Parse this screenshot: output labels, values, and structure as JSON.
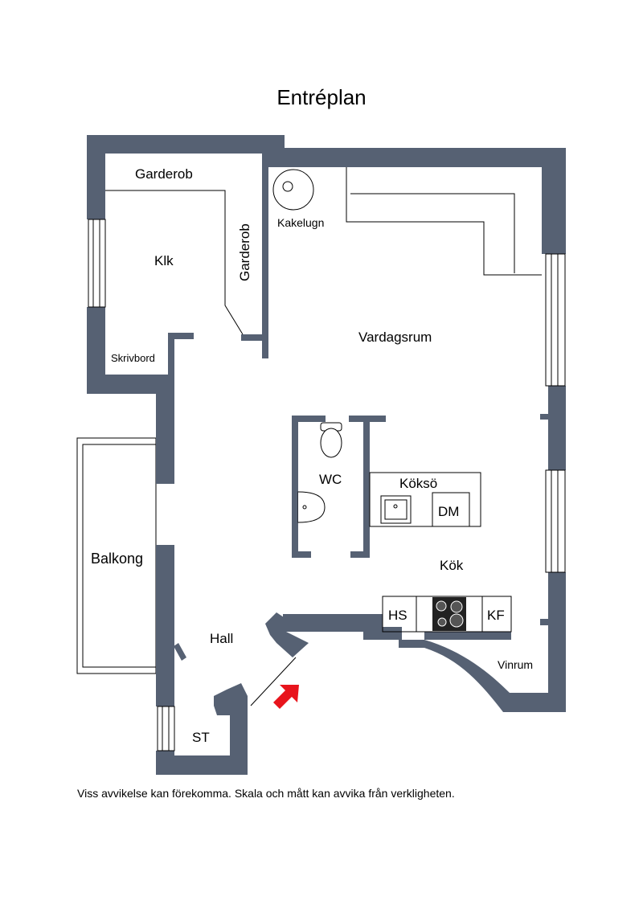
{
  "title": "Entréplan",
  "disclaimer": "Viss avvikelse kan förekomma. Skala och mått kan avvika från verkligheten.",
  "colors": {
    "wall": "#566173",
    "line": "#000000",
    "entrance_arrow": "#e8141c",
    "background": "#ffffff"
  },
  "rooms": {
    "garderob_top": "Garderob",
    "garderob_side": "Garderob",
    "klk": "Klk",
    "skrivbord": "Skrivbord",
    "kakelugn": "Kakelugn",
    "vardagsrum": "Vardagsrum",
    "wc": "WC",
    "kokso": "Köksö",
    "dm": "DM",
    "balkong": "Balkong",
    "kok": "Kök",
    "hall": "Hall",
    "hs": "HS",
    "kf": "KF",
    "vinrum": "Vinrum",
    "st": "ST"
  },
  "icons": [
    "stove-icon",
    "toilet-icon",
    "sink-icon",
    "entrance-arrow-icon",
    "kakelugn-icon"
  ]
}
